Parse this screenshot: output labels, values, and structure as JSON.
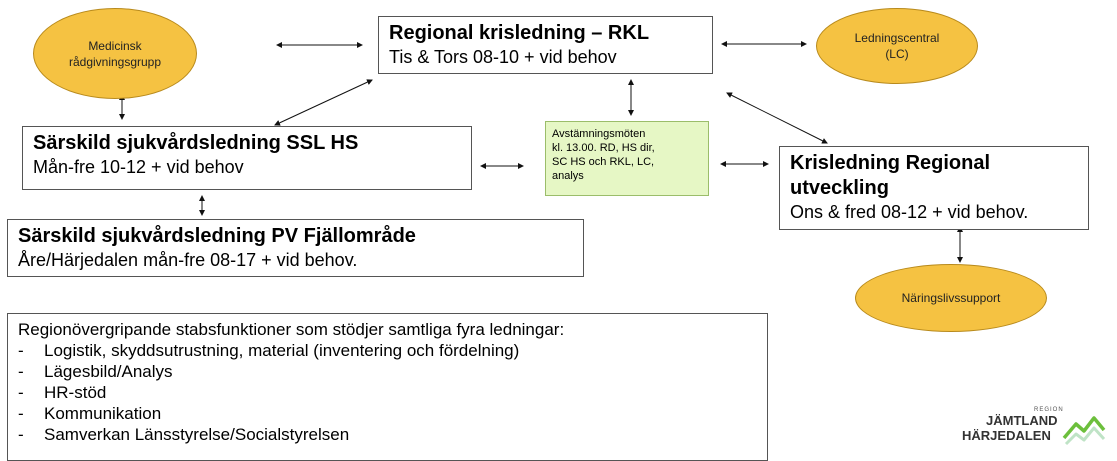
{
  "ovals": {
    "medicinsk": [
      "Medicinsk",
      "rådgivningsgrupp"
    ],
    "ledningscentral": [
      "Ledningscentral",
      "(LC)"
    ],
    "naringsliv": "Näringslivssupport"
  },
  "boxes": {
    "rkl": {
      "title": "Regional krisledning – RKL",
      "sub": "Tis & Tors 08-10 + vid behov"
    },
    "ssl": {
      "title": "Särskild sjukvårdsledning SSL HS",
      "sub": "Mån-fre 10-12 + vid behov"
    },
    "pv": {
      "title": "Särskild sjukvårdsledning PV Fjällområde",
      "sub": "Åre/Härjedalen  mån-fre 08-17 + vid behov."
    },
    "kru": {
      "title_lines": [
        "Krisledning Regional",
        "utveckling"
      ],
      "sub": "Ons & fred 08-12 + vid behov."
    }
  },
  "avstamning": [
    "Avstämningsmöten",
    "kl. 13.00. RD, HS dir,",
    "SC HS och RKL,  LC,",
    "analys"
  ],
  "stab": {
    "heading": "Regionövergripande stabsfunktioner som stödjer samtliga fyra ledningar:",
    "items": [
      "Logistik, skyddsutrustning, material (inventering och fördelning)",
      "Lägesbild/Analys",
      "HR-stöd",
      "Kommunikation",
      "Samverkan Länsstyrelse/Socialstyrelsen"
    ]
  },
  "logo": {
    "region": "REGION",
    "line1": "JÄMTLAND",
    "line2": "HÄRJEDALEN",
    "name": "region-logo"
  },
  "colors": {
    "oval_fill": "#f5c242",
    "avstamning_fill": "#e6f7c5",
    "logo_green": "#6cbf3c"
  }
}
